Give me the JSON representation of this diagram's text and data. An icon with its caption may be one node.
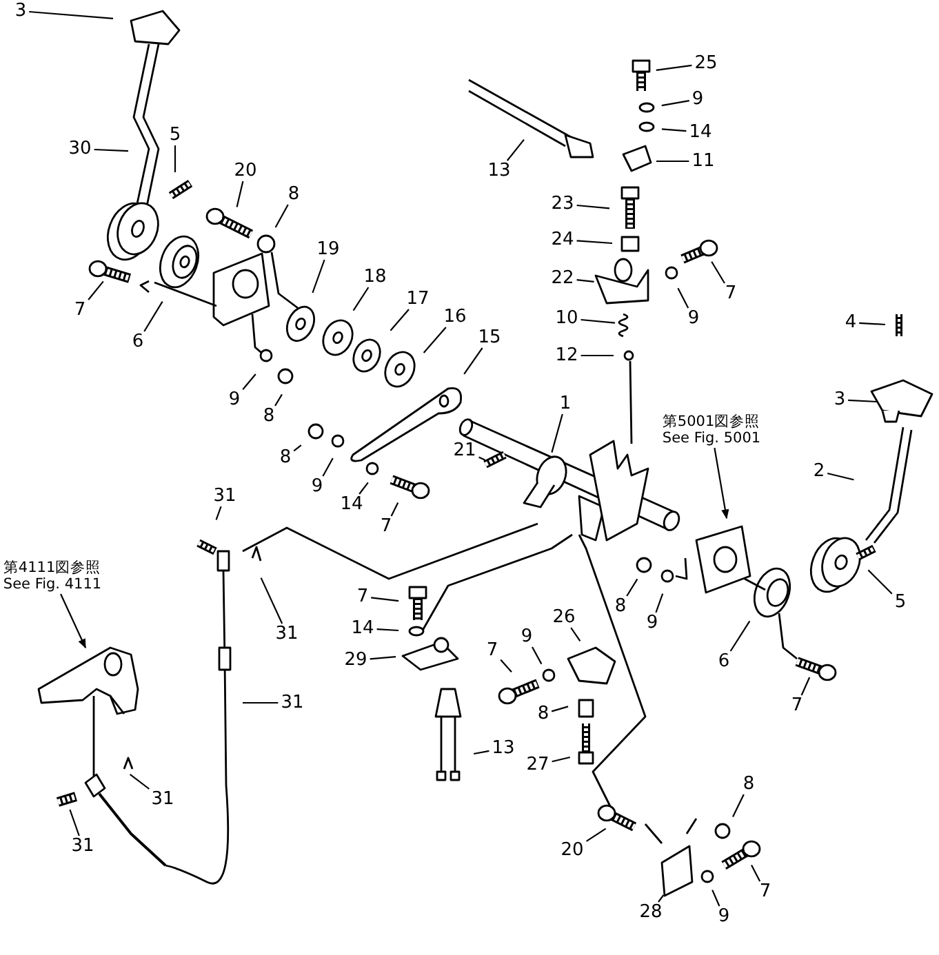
{
  "diagram": {
    "nodes": [
      {
        "text": [
          "3"
        ]
      },
      {
        "text": [
          "30"
        ]
      },
      {
        "text": [
          "5"
        ]
      },
      {
        "text": [
          "20"
        ]
      },
      {
        "text": [
          "8"
        ]
      },
      {
        "text": [
          "19"
        ]
      },
      {
        "text": [
          "18"
        ]
      },
      {
        "text": [
          "17"
        ]
      },
      {
        "text": [
          "16"
        ]
      },
      {
        "text": [
          "15"
        ]
      },
      {
        "text": [
          "7"
        ]
      },
      {
        "text": [
          "6"
        ]
      },
      {
        "text": [
          "9"
        ]
      },
      {
        "text": [
          "8"
        ]
      },
      {
        "text": [
          "8"
        ]
      },
      {
        "text": [
          "9"
        ]
      },
      {
        "text": [
          "14"
        ]
      },
      {
        "text": [
          "7"
        ]
      },
      {
        "text": [
          "21"
        ]
      },
      {
        "text": [
          "1"
        ]
      },
      {
        "text": [
          "13"
        ]
      },
      {
        "text": [
          "25"
        ]
      },
      {
        "text": [
          "9"
        ]
      },
      {
        "text": [
          "14"
        ]
      },
      {
        "text": [
          "11"
        ]
      },
      {
        "text": [
          "23"
        ]
      },
      {
        "text": [
          "24"
        ]
      },
      {
        "text": [
          "22"
        ]
      },
      {
        "text": [
          "10"
        ]
      },
      {
        "text": [
          "12"
        ]
      },
      {
        "text": [
          "9"
        ]
      },
      {
        "text": [
          "7"
        ]
      },
      {
        "text": [
          "4"
        ]
      },
      {
        "text": [
          "3"
        ]
      },
      {
        "text": [
          "2"
        ]
      },
      {
        "text": [
          "第5001図参照",
          "See Fig. 5001"
        ]
      },
      {
        "text": [
          "5"
        ]
      },
      {
        "text": [
          "6"
        ]
      },
      {
        "text": [
          "7"
        ]
      },
      {
        "text": [
          "8"
        ]
      },
      {
        "text": [
          "9"
        ]
      },
      {
        "text": [
          "第4111図参照",
          "See Fig. 4111"
        ]
      },
      {
        "text": [
          "31"
        ]
      },
      {
        "text": [
          "31"
        ]
      },
      {
        "text": [
          "31"
        ]
      },
      {
        "text": [
          "31"
        ]
      },
      {
        "text": [
          "31"
        ]
      },
      {
        "text": [
          "7"
        ]
      },
      {
        "text": [
          "14"
        ]
      },
      {
        "text": [
          "29"
        ]
      },
      {
        "text": [
          "7"
        ]
      },
      {
        "text": [
          "9"
        ]
      },
      {
        "text": [
          "26"
        ]
      },
      {
        "text": [
          "8"
        ]
      },
      {
        "text": [
          "13"
        ]
      },
      {
        "text": [
          "27"
        ]
      },
      {
        "text": [
          "20"
        ]
      },
      {
        "text": [
          "28"
        ]
      },
      {
        "text": [
          "9"
        ]
      },
      {
        "text": [
          "8"
        ]
      },
      {
        "text": [
          "7"
        ]
      }
    ],
    "edges": [
      {
        "from": 0,
        "to": null,
        "arrow": "none"
      },
      {
        "from": 1,
        "to": null,
        "arrow": "none"
      },
      {
        "from": 2,
        "to": null,
        "arrow": "none"
      },
      {
        "from": 3,
        "to": null,
        "arrow": "none"
      },
      {
        "from": 4,
        "to": null,
        "arrow": "none"
      },
      {
        "from": 5,
        "to": null,
        "arrow": "none"
      },
      {
        "from": 6,
        "to": null,
        "arrow": "none"
      },
      {
        "from": 7,
        "to": null,
        "arrow": "none"
      },
      {
        "from": 8,
        "to": null,
        "arrow": "none"
      },
      {
        "from": 9,
        "to": null,
        "arrow": "none"
      },
      {
        "from": 10,
        "to": null,
        "arrow": "none"
      },
      {
        "from": 11,
        "to": null,
        "arrow": "none"
      },
      {
        "from": 12,
        "to": null,
        "arrow": "none"
      },
      {
        "from": 13,
        "to": null,
        "arrow": "none"
      },
      {
        "from": 14,
        "to": null,
        "arrow": "none"
      },
      {
        "from": 15,
        "to": null,
        "arrow": "none"
      },
      {
        "from": 16,
        "to": null,
        "arrow": "none"
      },
      {
        "from": 17,
        "to": null,
        "arrow": "none"
      },
      {
        "from": 18,
        "to": null,
        "arrow": "none"
      },
      {
        "from": 19,
        "to": null,
        "arrow": "none"
      },
      {
        "from": 20,
        "to": null,
        "arrow": "none"
      },
      {
        "from": 21,
        "to": null,
        "arrow": "none"
      },
      {
        "from": 22,
        "to": null,
        "arrow": "none"
      },
      {
        "from": 23,
        "to": null,
        "arrow": "none"
      },
      {
        "from": 24,
        "to": null,
        "arrow": "none"
      },
      {
        "from": 25,
        "to": null,
        "arrow": "none"
      },
      {
        "from": 26,
        "to": null,
        "arrow": "none"
      },
      {
        "from": 27,
        "to": null,
        "arrow": "none"
      },
      {
        "from": 28,
        "to": null,
        "arrow": "none"
      },
      {
        "from": 29,
        "to": null,
        "arrow": "none"
      },
      {
        "from": 30,
        "to": null,
        "arrow": "none"
      },
      {
        "from": 31,
        "to": null,
        "arrow": "none"
      },
      {
        "from": 32,
        "to": null,
        "arrow": "none"
      },
      {
        "from": 33,
        "to": null,
        "arrow": "none"
      },
      {
        "from": 34,
        "to": null,
        "arrow": "none"
      },
      {
        "from": 35,
        "to": null,
        "arrow": "to"
      },
      {
        "from": 36,
        "to": null,
        "arrow": "none"
      },
      {
        "from": 37,
        "to": null,
        "arrow": "none"
      },
      {
        "from": 38,
        "to": null,
        "arrow": "none"
      },
      {
        "from": 39,
        "to": null,
        "arrow": "none"
      },
      {
        "from": 40,
        "to": null,
        "arrow": "none"
      },
      {
        "from": 41,
        "to": null,
        "arrow": "to"
      },
      {
        "from": 42,
        "to": null,
        "arrow": "none"
      },
      {
        "from": 43,
        "to": null,
        "arrow": "none"
      },
      {
        "from": 44,
        "to": null,
        "arrow": "none"
      },
      {
        "from": 45,
        "to": null,
        "arrow": "none"
      },
      {
        "from": 46,
        "to": null,
        "arrow": "none"
      },
      {
        "from": 47,
        "to": null,
        "arrow": "none"
      },
      {
        "from": 48,
        "to": null,
        "arrow": "none"
      },
      {
        "from": 49,
        "to": null,
        "arrow": "none"
      },
      {
        "from": 50,
        "to": null,
        "arrow": "none"
      },
      {
        "from": 51,
        "to": null,
        "arrow": "none"
      },
      {
        "from": 52,
        "to": null,
        "arrow": "none"
      },
      {
        "from": 53,
        "to": null,
        "arrow": "none"
      },
      {
        "from": 54,
        "to": null,
        "arrow": "none"
      },
      {
        "from": 55,
        "to": null,
        "arrow": "none"
      },
      {
        "from": 56,
        "to": null,
        "arrow": "none"
      },
      {
        "from": 57,
        "to": null,
        "arrow": "none"
      },
      {
        "from": 58,
        "to": null,
        "arrow": "none"
      },
      {
        "from": 59,
        "to": null,
        "arrow": "none"
      },
      {
        "from": 60,
        "to": null,
        "arrow": "none"
      }
    ]
  }
}
